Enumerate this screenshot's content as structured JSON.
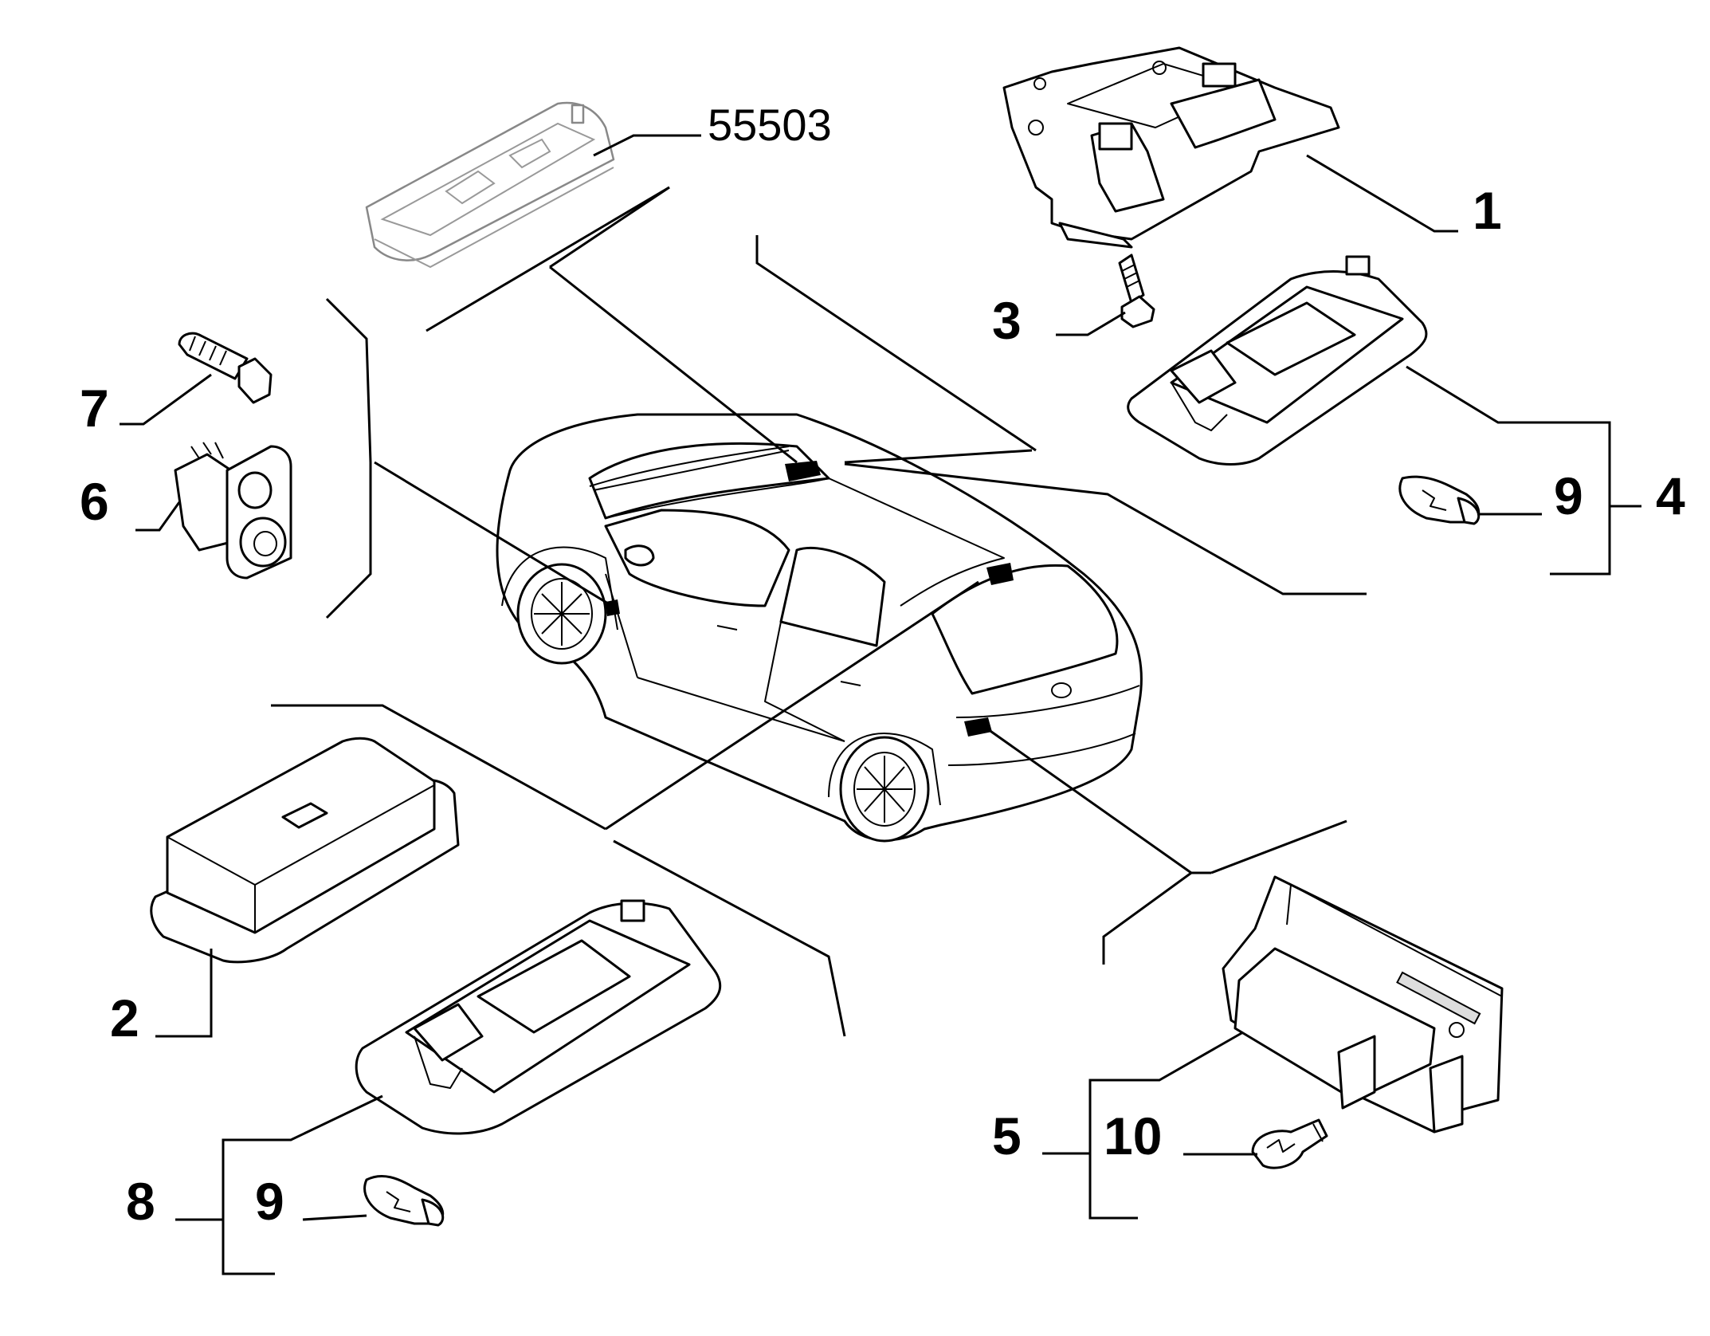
{
  "labels": {
    "ref_55503": "55503",
    "part_1": "1",
    "part_2": "2",
    "part_3": "3",
    "part_4": "4",
    "part_5": "5",
    "part_6": "6",
    "part_7": "7",
    "part_8": "8",
    "part_9_top": "9",
    "part_9_bottom": "9",
    "part_10": "10"
  }
}
